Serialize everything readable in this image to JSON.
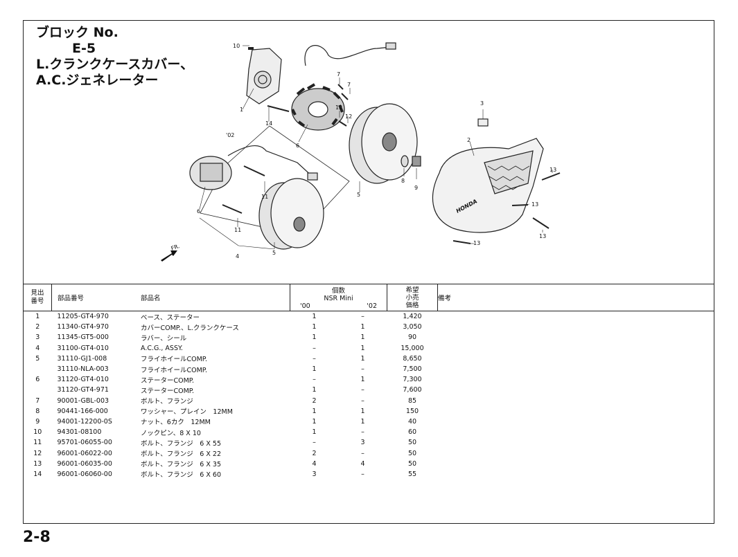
{
  "header": {
    "block_no": "ブロック No.",
    "block_code": "E-5",
    "title_line1": "L.クランクケースカバー、",
    "title_line2": "A.C.ジェネレーター"
  },
  "diagram": {
    "variant_label": "'02",
    "direction_label": "FR.",
    "brand_text": "HONDA",
    "callouts": [
      "10",
      "1",
      "14",
      "7",
      "7",
      "12",
      "12",
      "6",
      "3",
      "2",
      "'02",
      "6",
      "11",
      "11",
      "8",
      "9",
      "5",
      "13",
      "13",
      "13",
      "13",
      "4",
      "5"
    ]
  },
  "table": {
    "headers": {
      "ref_no": "見出\n番号",
      "part_no": "部品番号",
      "part_name": "部品名",
      "qty": "個数",
      "model": "NSR Mini",
      "year_00": "'00",
      "year_02": "'02",
      "price": "希望\n小売\n価格",
      "remarks": "備考"
    },
    "rows": [
      {
        "no": "1",
        "part": "11205-GT4-970",
        "name": "ベース、ステーター",
        "q00": "1",
        "q02": "–",
        "price": "1,420"
      },
      {
        "no": "2",
        "part": "11340-GT4-970",
        "name": "カバーCOMP.、L.クランクケース",
        "q00": "1",
        "q02": "1",
        "price": "3,050"
      },
      {
        "no": "3",
        "part": "11345-GT5-000",
        "name": "ラバー、シール",
        "q00": "1",
        "q02": "1",
        "price": "90"
      },
      {
        "no": "4",
        "part": "31100-GT4-010",
        "name": "A.C.G., ASSY.",
        "q00": "–",
        "q02": "1",
        "price": "15,000"
      },
      {
        "no": "5",
        "part": "31110-GJ1-008",
        "name": "フライホイールCOMP.",
        "q00": "–",
        "q02": "1",
        "price": "8,650"
      },
      {
        "no": "",
        "part": "31110-NLA-003",
        "name": "フライホイールCOMP.",
        "q00": "1",
        "q02": "–",
        "price": "7,500"
      },
      {
        "no": "6",
        "part": "31120-GT4-010",
        "name": "ステーターCOMP.",
        "q00": "–",
        "q02": "1",
        "price": "7,300"
      },
      {
        "no": "",
        "part": "31120-GT4-971",
        "name": "ステーターCOMP.",
        "q00": "1",
        "q02": "–",
        "price": "7,600"
      },
      {
        "no": "7",
        "part": "90001-GBL-003",
        "name": "ボルト、フランジ",
        "q00": "2",
        "q02": "–",
        "price": "85"
      },
      {
        "no": "8",
        "part": "90441-166-000",
        "name": "ワッシャー、プレイン　12MM",
        "q00": "1",
        "q02": "1",
        "price": "150"
      },
      {
        "no": "9",
        "part": "94001-12200-0S",
        "name": "ナット、6カク　12MM",
        "q00": "1",
        "q02": "1",
        "price": "40"
      },
      {
        "no": "10",
        "part": "94301-08100",
        "name": "ノックピン、8 X 10",
        "q00": "1",
        "q02": "–",
        "price": "60"
      },
      {
        "no": "11",
        "part": "95701-06055-00",
        "name": "ボルト、フランジ　6 X 55",
        "q00": "–",
        "q02": "3",
        "price": "50"
      },
      {
        "no": "12",
        "part": "96001-06022-00",
        "name": "ボルト、フランジ　6 X 22",
        "q00": "2",
        "q02": "–",
        "price": "50"
      },
      {
        "no": "13",
        "part": "96001-06035-00",
        "name": "ボルト、フランジ　6 X 35",
        "q00": "4",
        "q02": "4",
        "price": "50"
      },
      {
        "no": "14",
        "part": "96001-06060-00",
        "name": "ボルト、フランジ　6 X 60",
        "q00": "3",
        "q02": "–",
        "price": "55"
      }
    ]
  },
  "footer": {
    "page_number": "2-8"
  }
}
